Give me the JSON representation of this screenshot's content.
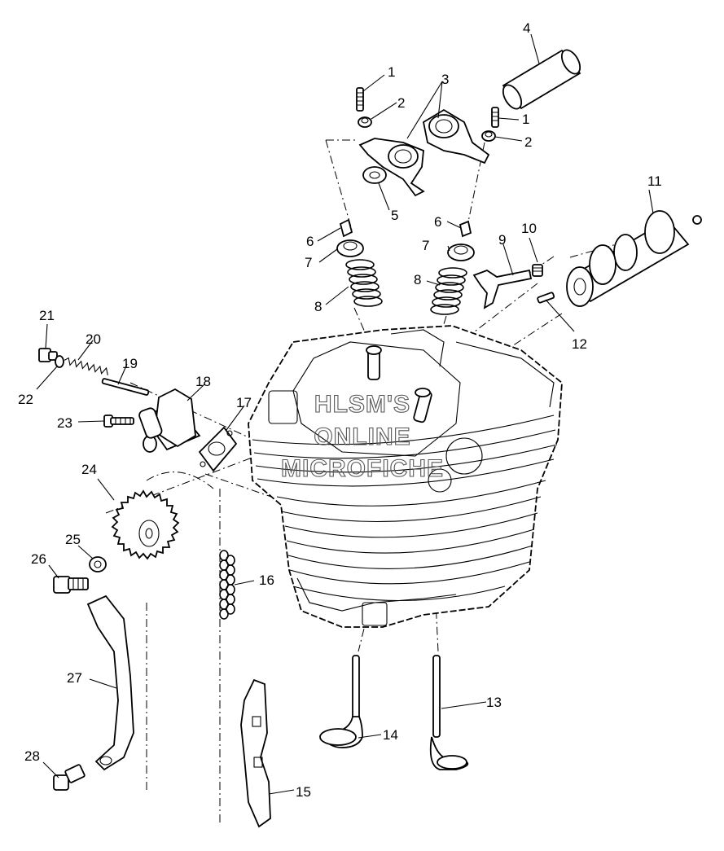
{
  "watermark": {
    "line1": "HLSM'S",
    "line2": "ONLINE",
    "line3": "MICROFICHE"
  },
  "callouts": [
    {
      "id": "1a",
      "label": "1"
    },
    {
      "id": "1b",
      "label": "1"
    },
    {
      "id": "2a",
      "label": "2"
    },
    {
      "id": "2b",
      "label": "2"
    },
    {
      "id": "3",
      "label": "3"
    },
    {
      "id": "4",
      "label": "4"
    },
    {
      "id": "5",
      "label": "5"
    },
    {
      "id": "6a",
      "label": "6"
    },
    {
      "id": "6b",
      "label": "6"
    },
    {
      "id": "7a",
      "label": "7"
    },
    {
      "id": "7b",
      "label": "7"
    },
    {
      "id": "8a",
      "label": "8"
    },
    {
      "id": "8b",
      "label": "8"
    },
    {
      "id": "9",
      "label": "9"
    },
    {
      "id": "10",
      "label": "10"
    },
    {
      "id": "11",
      "label": "11"
    },
    {
      "id": "12",
      "label": "12"
    },
    {
      "id": "13",
      "label": "13"
    },
    {
      "id": "14",
      "label": "14"
    },
    {
      "id": "15",
      "label": "15"
    },
    {
      "id": "16",
      "label": "16"
    },
    {
      "id": "17",
      "label": "17"
    },
    {
      "id": "18",
      "label": "18"
    },
    {
      "id": "19",
      "label": "19"
    },
    {
      "id": "20",
      "label": "20"
    },
    {
      "id": "21",
      "label": "21"
    },
    {
      "id": "22",
      "label": "22"
    },
    {
      "id": "23",
      "label": "23"
    },
    {
      "id": "24",
      "label": "24"
    },
    {
      "id": "25",
      "label": "25"
    },
    {
      "id": "26",
      "label": "26"
    },
    {
      "id": "27",
      "label": "27"
    },
    {
      "id": "28",
      "label": "28"
    }
  ]
}
